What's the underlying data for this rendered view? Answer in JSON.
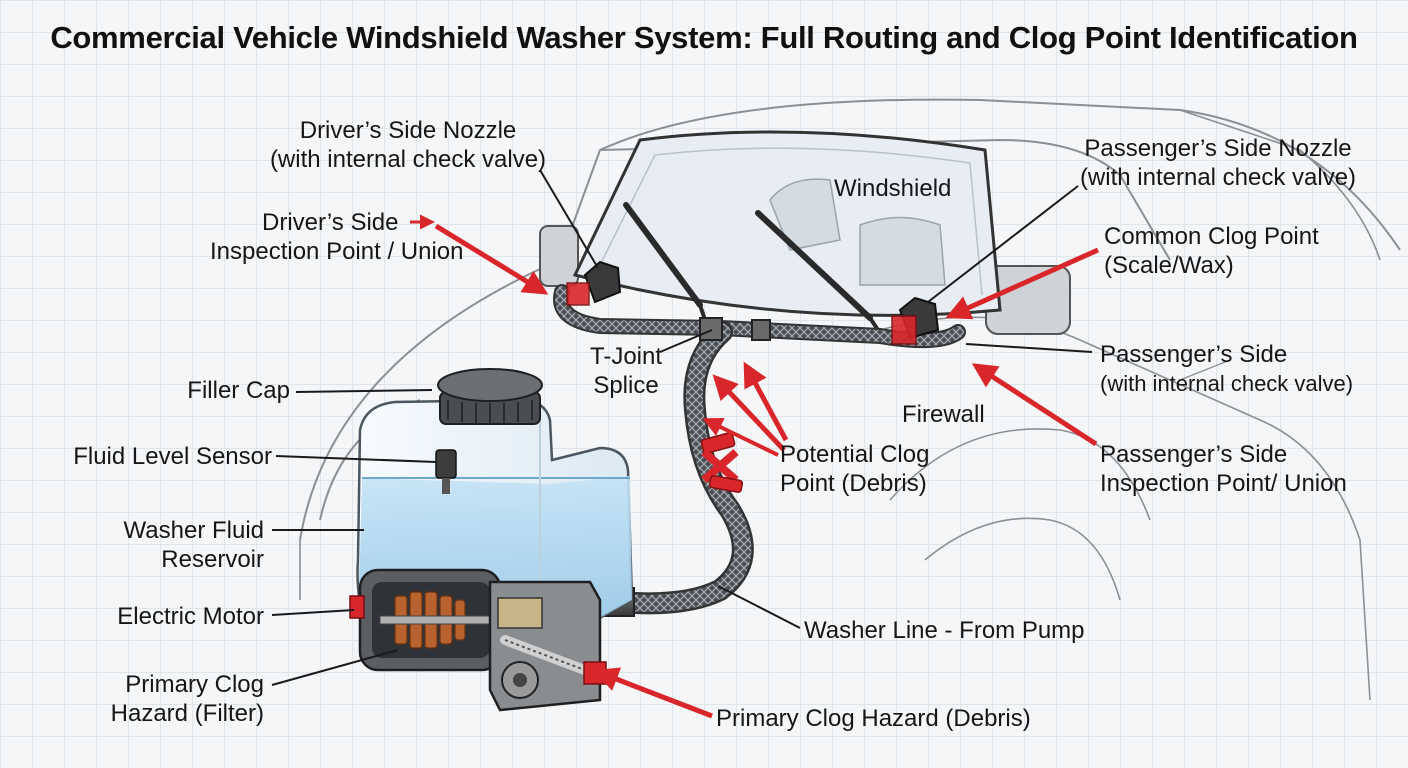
{
  "title": "Commercial Vehicle Windshield Washer System: Full Routing and Clog Point Identification",
  "colors": {
    "clog_red": "#d9262a",
    "fluid_blue": "#a9d5ee",
    "outline": "#2b2b2b",
    "grid": "#dfe5ea"
  },
  "labels": {
    "drivers_nozzle": {
      "line1": "Driver’s Side Nozzle",
      "line2": "(with internal check valve)"
    },
    "drivers_inspection": {
      "line1": "Driver’s Side",
      "line2": "Inspection Point / Union"
    },
    "windshield": "Windshield",
    "passenger_nozzle": {
      "line1": "Passenger’s Side Nozzle",
      "line2": "(with internal check valve)"
    },
    "common_clog": {
      "line1": "Common Clog Point",
      "line2": "(Scale/Wax)"
    },
    "passenger_side": {
      "line1": "Passenger’s Side",
      "line2": "(with internal check valve)"
    },
    "tjoint": {
      "line1": "T-Joint",
      "line2": "Splice"
    },
    "firewall": "Firewall",
    "potential_clog": {
      "line1": "Potential Clog",
      "line2": "Point (Debris)"
    },
    "passenger_inspection": {
      "line1": "Passenger’s Side",
      "line2": "Inspection Point/ Union"
    },
    "filler_cap": "Filler Cap",
    "fluid_sensor": "Fluid Level Sensor",
    "reservoir": {
      "line1": "Washer Fluid",
      "line2": "Reservoir"
    },
    "motor": "Electric Motor",
    "primary_filter": {
      "line1": "Primary Clog",
      "line2": "Hazard (Filter)"
    },
    "washer_line": "Washer Line - From Pump",
    "primary_debris": "Primary Clog Hazard (Debris)"
  }
}
